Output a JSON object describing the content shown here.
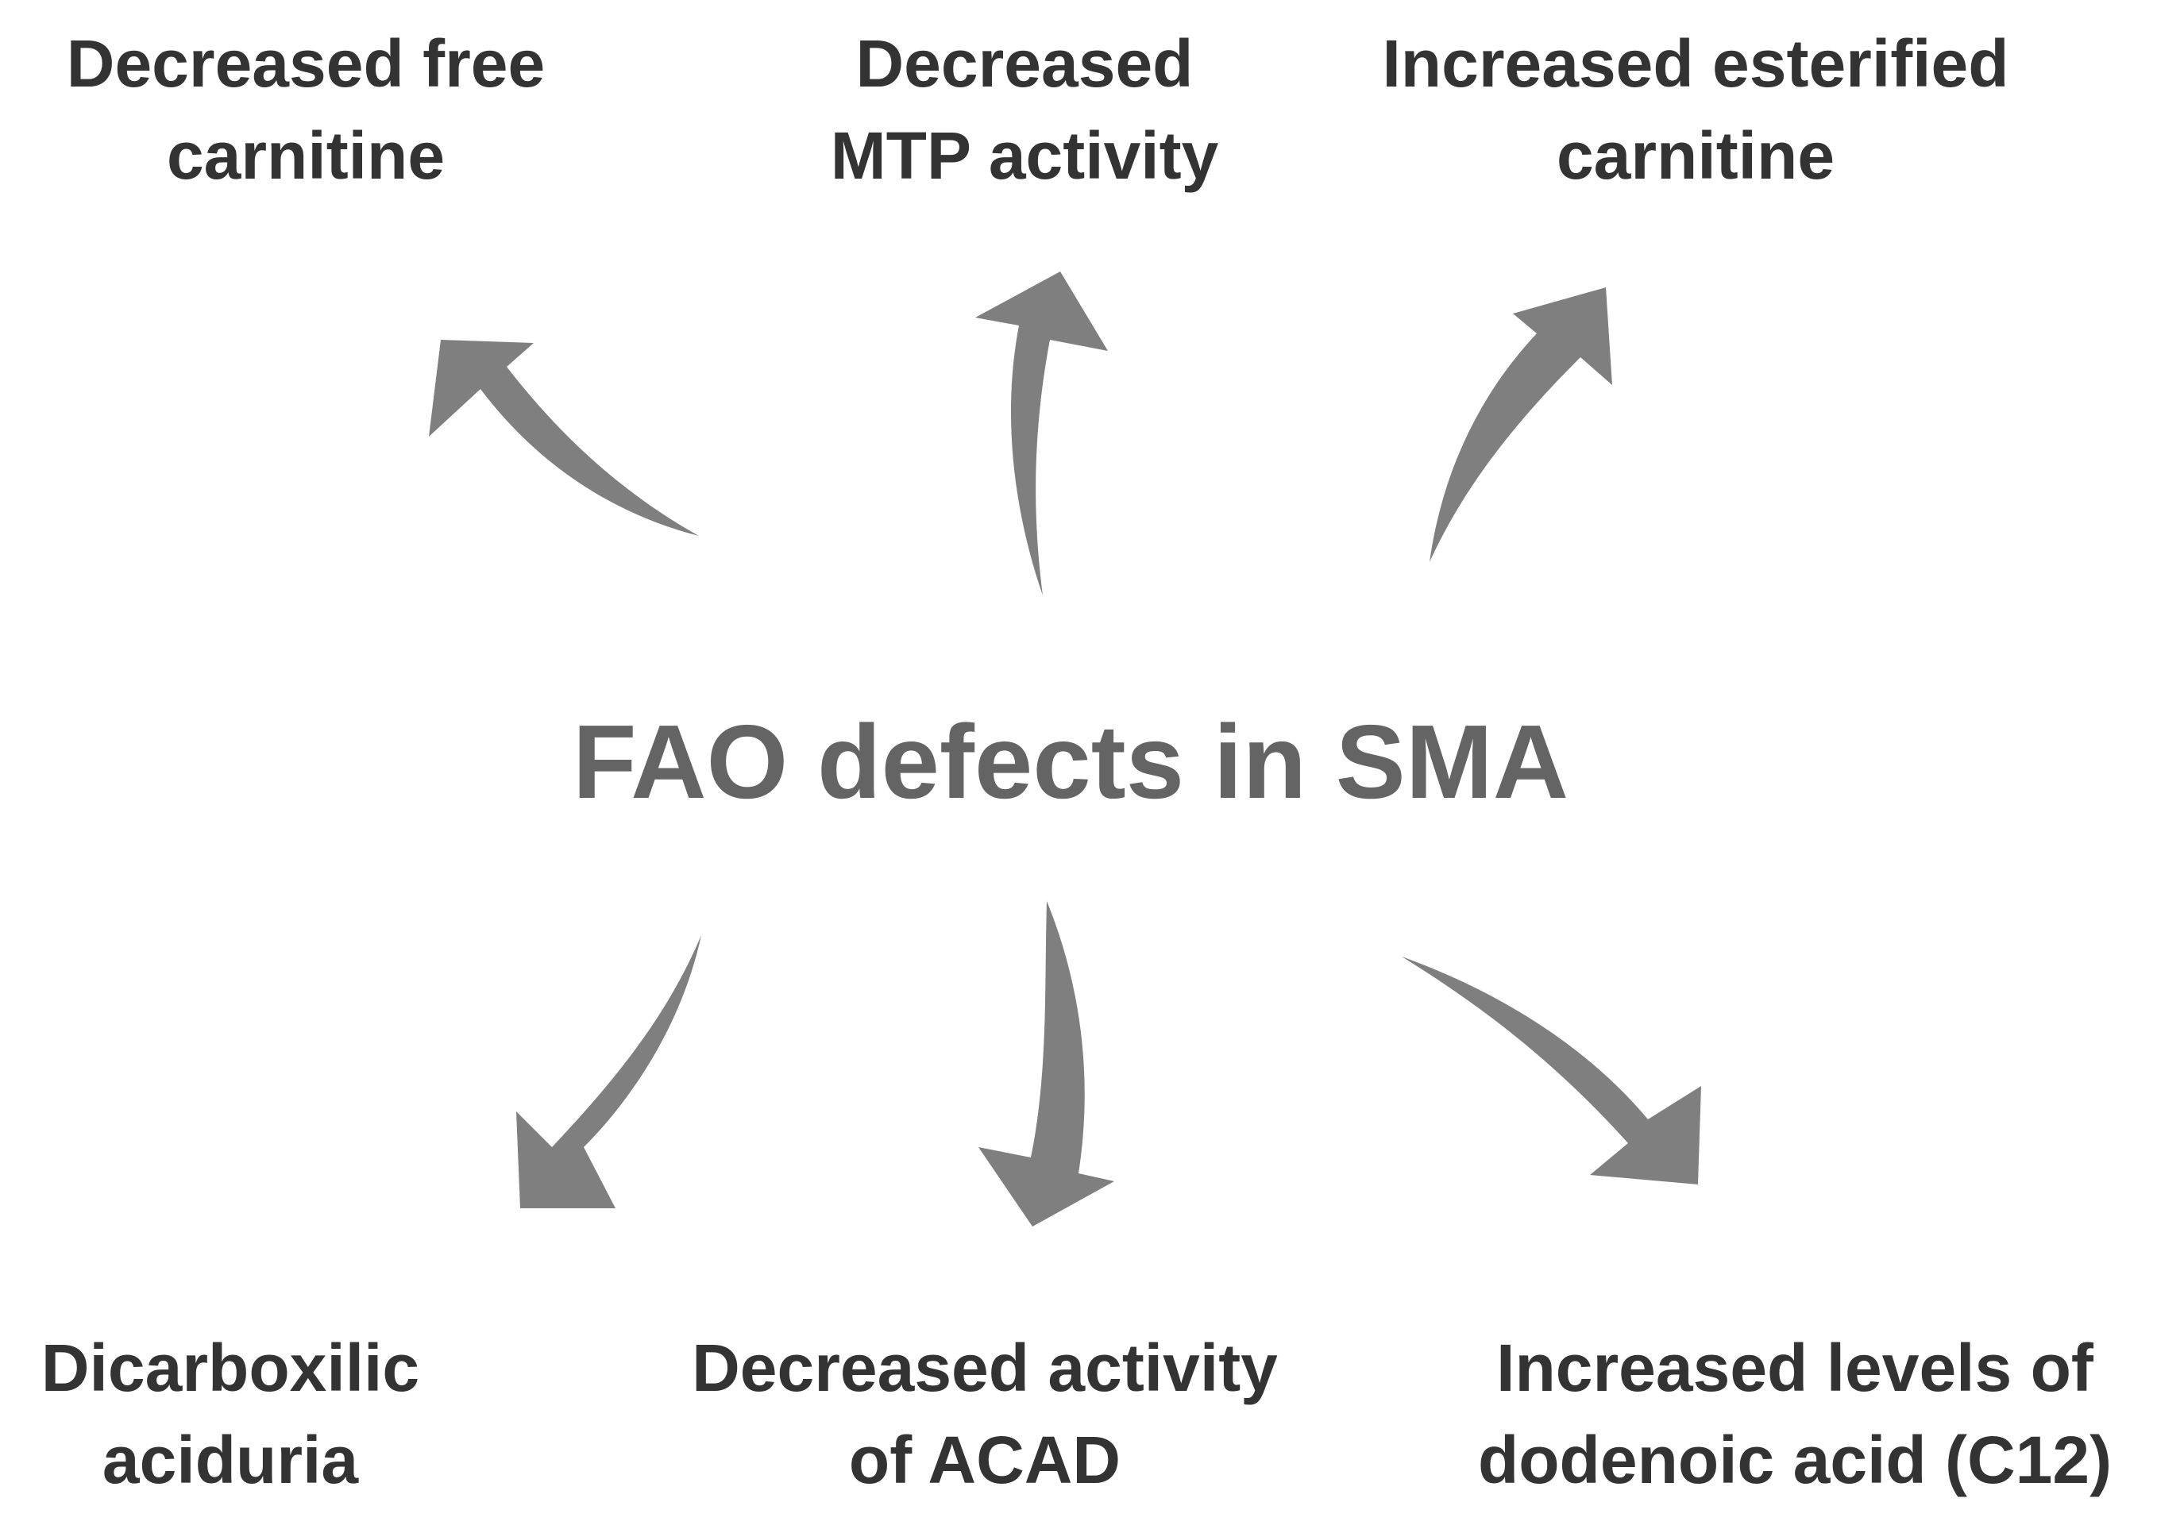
{
  "center": {
    "title": "FAO defects in SMA",
    "color": "#646464"
  },
  "outcomes": {
    "top_left": {
      "line1": "Decreased free",
      "line2": "carnitine"
    },
    "top_center": {
      "line1": "Decreased",
      "line2": "MTP activity"
    },
    "top_right": {
      "line1": "Increased esterified",
      "line2": "carnitine"
    },
    "bottom_left": {
      "line1": "Dicarboxilic",
      "line2": "aciduria"
    },
    "bottom_center": {
      "line1": "Decreased activity",
      "line2": "of ACAD"
    },
    "bottom_right": {
      "line1": "Increased levels of",
      "line2": "dodenoic acid (C12)"
    }
  },
  "colors": {
    "label_text": "#333333",
    "arrow": "#7f7f7f",
    "background": "#ffffff"
  }
}
